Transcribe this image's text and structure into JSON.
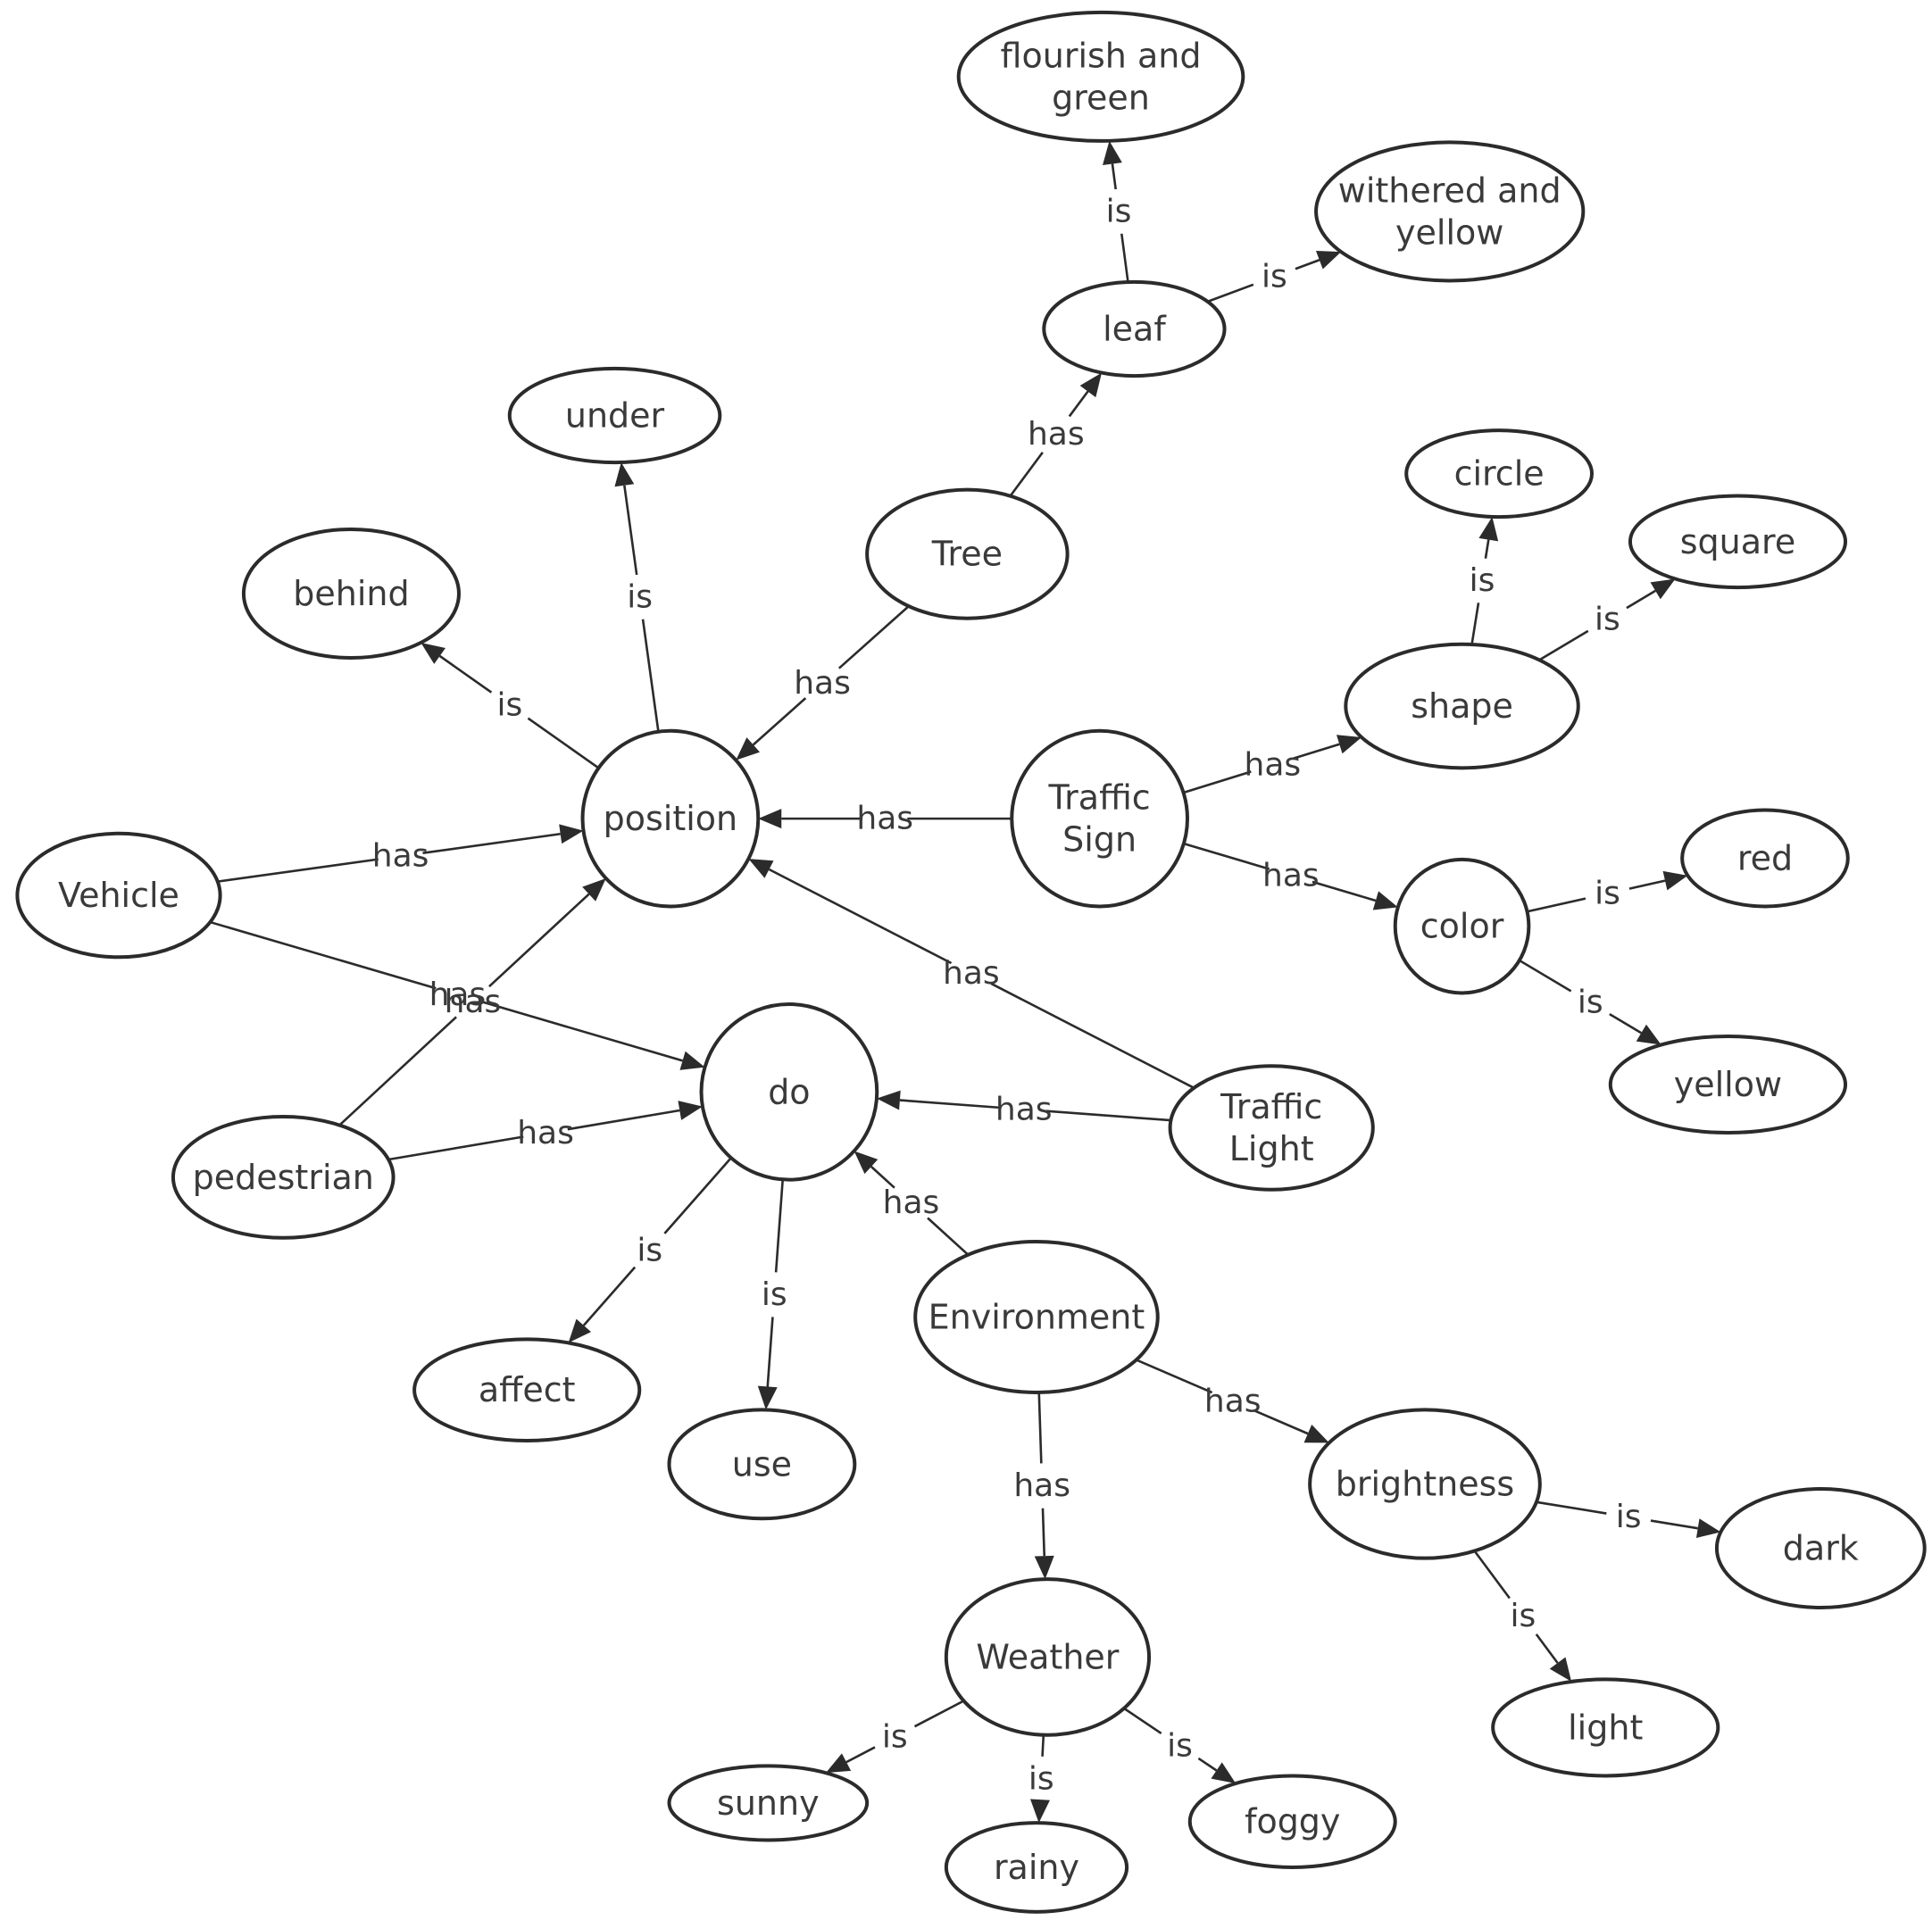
{
  "colors": {
    "stroke": "#2b2b2b",
    "text": "#3a3a3a",
    "background": "#ffffff"
  },
  "nodes": [
    {
      "id": "flourish",
      "lines": [
        "flourish and",
        "green"
      ]
    },
    {
      "id": "withered",
      "lines": [
        "withered and",
        "yellow"
      ]
    },
    {
      "id": "leaf",
      "lines": [
        "leaf"
      ]
    },
    {
      "id": "under",
      "lines": [
        "under"
      ]
    },
    {
      "id": "tree",
      "lines": [
        "Tree"
      ]
    },
    {
      "id": "behind",
      "lines": [
        "behind"
      ]
    },
    {
      "id": "circle",
      "lines": [
        "circle"
      ]
    },
    {
      "id": "square",
      "lines": [
        "square"
      ]
    },
    {
      "id": "shape",
      "lines": [
        "shape"
      ]
    },
    {
      "id": "position",
      "lines": [
        "position"
      ]
    },
    {
      "id": "trafficsign",
      "lines": [
        "Traffic",
        "Sign"
      ]
    },
    {
      "id": "red",
      "lines": [
        "red"
      ]
    },
    {
      "id": "color",
      "lines": [
        "color"
      ]
    },
    {
      "id": "vehicle",
      "lines": [
        "Vehicle"
      ]
    },
    {
      "id": "yellow",
      "lines": [
        "yellow"
      ]
    },
    {
      "id": "do",
      "lines": [
        "do"
      ]
    },
    {
      "id": "trafficlight",
      "lines": [
        "Traffic",
        "Light"
      ]
    },
    {
      "id": "pedestrian",
      "lines": [
        "pedestrian"
      ]
    },
    {
      "id": "environment",
      "lines": [
        "Environment"
      ]
    },
    {
      "id": "affect",
      "lines": [
        "affect"
      ]
    },
    {
      "id": "use",
      "lines": [
        "use"
      ]
    },
    {
      "id": "brightness",
      "lines": [
        "brightness"
      ]
    },
    {
      "id": "dark",
      "lines": [
        "dark"
      ]
    },
    {
      "id": "weather",
      "lines": [
        "Weather"
      ]
    },
    {
      "id": "light",
      "lines": [
        "light"
      ]
    },
    {
      "id": "sunny",
      "lines": [
        "sunny"
      ]
    },
    {
      "id": "foggy",
      "lines": [
        "foggy"
      ]
    },
    {
      "id": "rainy",
      "lines": [
        "rainy"
      ]
    }
  ],
  "edges": [
    {
      "from": "leaf",
      "to": "flourish",
      "label": "is"
    },
    {
      "from": "leaf",
      "to": "withered",
      "label": "is"
    },
    {
      "from": "tree",
      "to": "leaf",
      "label": "has"
    },
    {
      "from": "tree",
      "to": "position",
      "label": "has"
    },
    {
      "from": "position",
      "to": "under",
      "label": "is"
    },
    {
      "from": "position",
      "to": "behind",
      "label": "is"
    },
    {
      "from": "trafficsign",
      "to": "position",
      "label": "has"
    },
    {
      "from": "trafficsign",
      "to": "shape",
      "label": "has"
    },
    {
      "from": "trafficsign",
      "to": "color",
      "label": "has"
    },
    {
      "from": "shape",
      "to": "circle",
      "label": "is"
    },
    {
      "from": "shape",
      "to": "square",
      "label": "is"
    },
    {
      "from": "color",
      "to": "red",
      "label": "is"
    },
    {
      "from": "color",
      "to": "yellow",
      "label": "is"
    },
    {
      "from": "vehicle",
      "to": "position",
      "label": "has"
    },
    {
      "from": "vehicle",
      "to": "do",
      "label": "has"
    },
    {
      "from": "pedestrian",
      "to": "position",
      "label": "has"
    },
    {
      "from": "pedestrian",
      "to": "do",
      "label": "has"
    },
    {
      "from": "trafficlight",
      "to": "position",
      "label": "has"
    },
    {
      "from": "trafficlight",
      "to": "do",
      "label": "has"
    },
    {
      "from": "environment",
      "to": "do",
      "label": "has"
    },
    {
      "from": "do",
      "to": "affect",
      "label": "is"
    },
    {
      "from": "do",
      "to": "use",
      "label": "is"
    },
    {
      "from": "environment",
      "to": "brightness",
      "label": "has"
    },
    {
      "from": "environment",
      "to": "weather",
      "label": "has"
    },
    {
      "from": "brightness",
      "to": "dark",
      "label": "is"
    },
    {
      "from": "brightness",
      "to": "light",
      "label": "is"
    },
    {
      "from": "weather",
      "to": "sunny",
      "label": "is"
    },
    {
      "from": "weather",
      "to": "rainy",
      "label": "is"
    },
    {
      "from": "weather",
      "to": "foggy",
      "label": "is"
    }
  ]
}
